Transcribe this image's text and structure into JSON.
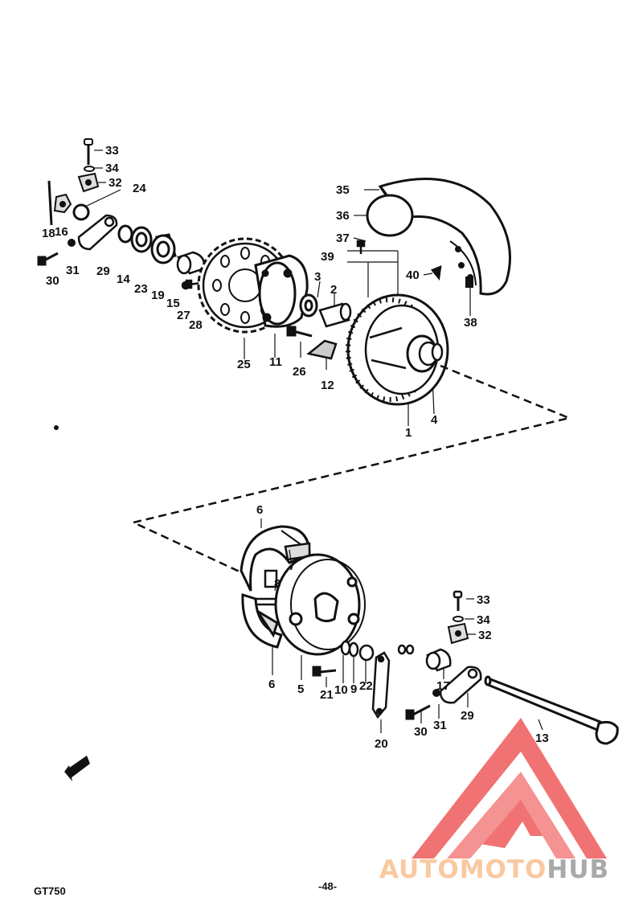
{
  "callouts": [
    {
      "id": "c33a",
      "text": "33"
    },
    {
      "id": "c34a",
      "text": "34"
    },
    {
      "id": "c32a",
      "text": "32"
    },
    {
      "id": "c24",
      "text": "24"
    },
    {
      "id": "c18",
      "text": "18"
    },
    {
      "id": "c16",
      "text": "16"
    },
    {
      "id": "c30a",
      "text": "30"
    },
    {
      "id": "c31a",
      "text": "31"
    },
    {
      "id": "c29a",
      "text": "29"
    },
    {
      "id": "c14",
      "text": "14"
    },
    {
      "id": "c23",
      "text": "23"
    },
    {
      "id": "c19",
      "text": "19"
    },
    {
      "id": "c15",
      "text": "15"
    },
    {
      "id": "c27",
      "text": "27"
    },
    {
      "id": "c28",
      "text": "28"
    },
    {
      "id": "c25",
      "text": "25"
    },
    {
      "id": "c11",
      "text": "11"
    },
    {
      "id": "c26",
      "text": "26"
    },
    {
      "id": "c3",
      "text": "3"
    },
    {
      "id": "c2",
      "text": "2"
    },
    {
      "id": "c12",
      "text": "12"
    },
    {
      "id": "c1",
      "text": "1"
    },
    {
      "id": "c4",
      "text": "4"
    },
    {
      "id": "c35",
      "text": "35"
    },
    {
      "id": "c36",
      "text": "36"
    },
    {
      "id": "c37",
      "text": "37"
    },
    {
      "id": "c39",
      "text": "39"
    },
    {
      "id": "c40",
      "text": "40"
    },
    {
      "id": "c38",
      "text": "38"
    },
    {
      "id": "c6a",
      "text": "6"
    },
    {
      "id": "c7",
      "text": "7"
    },
    {
      "id": "c8",
      "text": "8"
    },
    {
      "id": "c6b",
      "text": "6"
    },
    {
      "id": "c5",
      "text": "5"
    },
    {
      "id": "c21",
      "text": "21"
    },
    {
      "id": "c10",
      "text": "10"
    },
    {
      "id": "c9",
      "text": "9"
    },
    {
      "id": "c22",
      "text": "22"
    },
    {
      "id": "c20",
      "text": "20"
    },
    {
      "id": "c33b",
      "text": "33"
    },
    {
      "id": "c34b",
      "text": "34"
    },
    {
      "id": "c32b",
      "text": "32"
    },
    {
      "id": "c17",
      "text": "17"
    },
    {
      "id": "c29b",
      "text": "29"
    },
    {
      "id": "c30b",
      "text": "30"
    },
    {
      "id": "c31b",
      "text": "31"
    },
    {
      "id": "c13",
      "text": "13"
    }
  ],
  "footer": {
    "model": "GT750",
    "page": "-48-"
  },
  "watermark": {
    "part1": "AUTOMOTO",
    "part2": "HUB",
    "color1": "#f9c9a0",
    "color2": "#a9a9a9",
    "logo_color": "#ef5a5a"
  },
  "colors": {
    "ink": "#111111",
    "paper": "#ffffff"
  }
}
